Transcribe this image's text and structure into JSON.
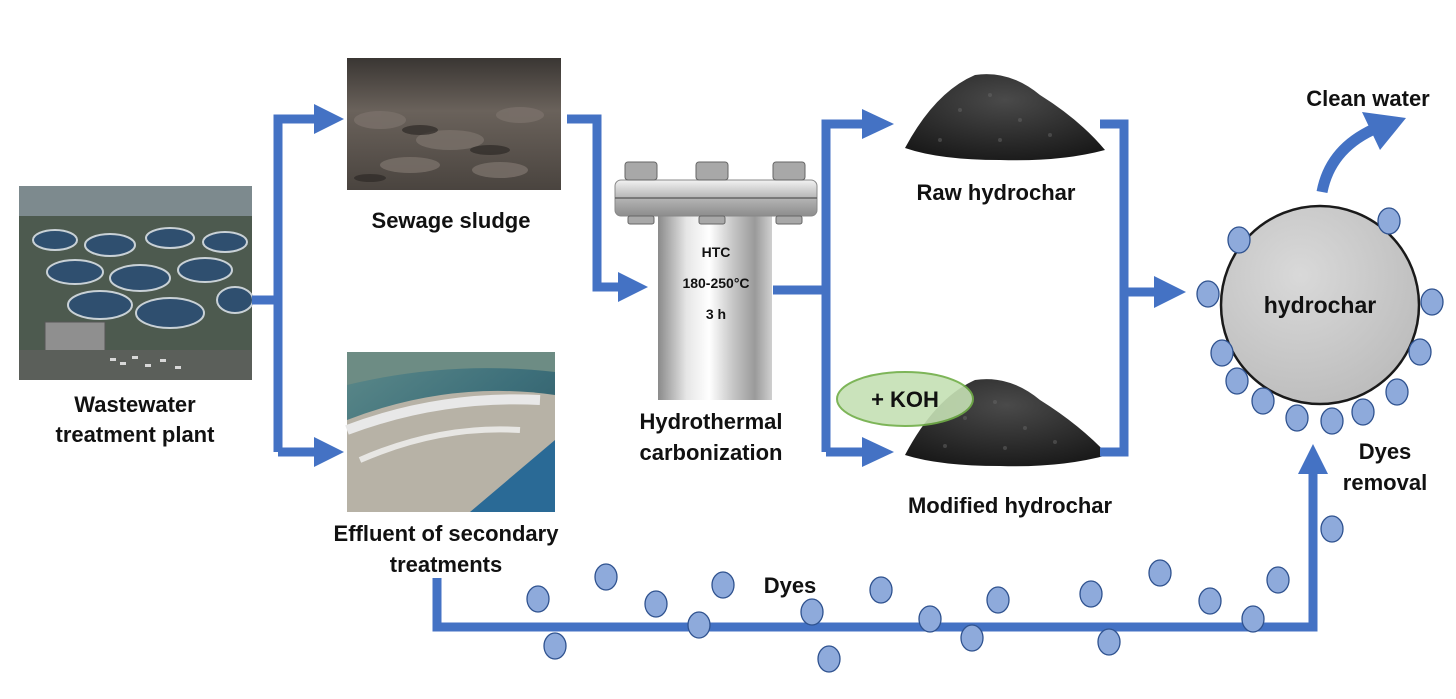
{
  "labels": {
    "wwtp_line1": "Wastewater",
    "wwtp_line2": "treatment plant",
    "sludge": "Sewage sludge",
    "effluent_line1": "Effluent of secondary",
    "effluent_line2": "treatments",
    "htc_reactor_line1": "HTC",
    "htc_reactor_line2": "180-250°C",
    "htc_reactor_line3": "3 h",
    "htc_line1": "Hydrothermal",
    "htc_line2": "carbonization",
    "raw_hydrochar": "Raw hydrochar",
    "koh": "+ KOH",
    "modified_hydrochar": "Modified hydrochar",
    "hydrochar_center": "hydrochar",
    "clean_water": "Clean water",
    "dyes_removal_line1": "Dyes",
    "dyes_removal_line2": "removal",
    "dyes": "Dyes"
  },
  "colors": {
    "flow_arrow": "#4472c4",
    "dye_particle": "#8eaadb",
    "dye_outline": "#2f528f",
    "hydrochar_sphere": "#c8c8c8",
    "koh_fill": "#c5e0b4",
    "koh_outline": "#70ad47"
  },
  "images": {
    "wwtp": "aerial-photo-wastewater-plant",
    "sludge": "photo-sewage-sludge",
    "effluent": "photo-clarifier-effluent",
    "reactor": "steel-reactor-illustration",
    "char_pile": "black-hydrochar-pile"
  }
}
